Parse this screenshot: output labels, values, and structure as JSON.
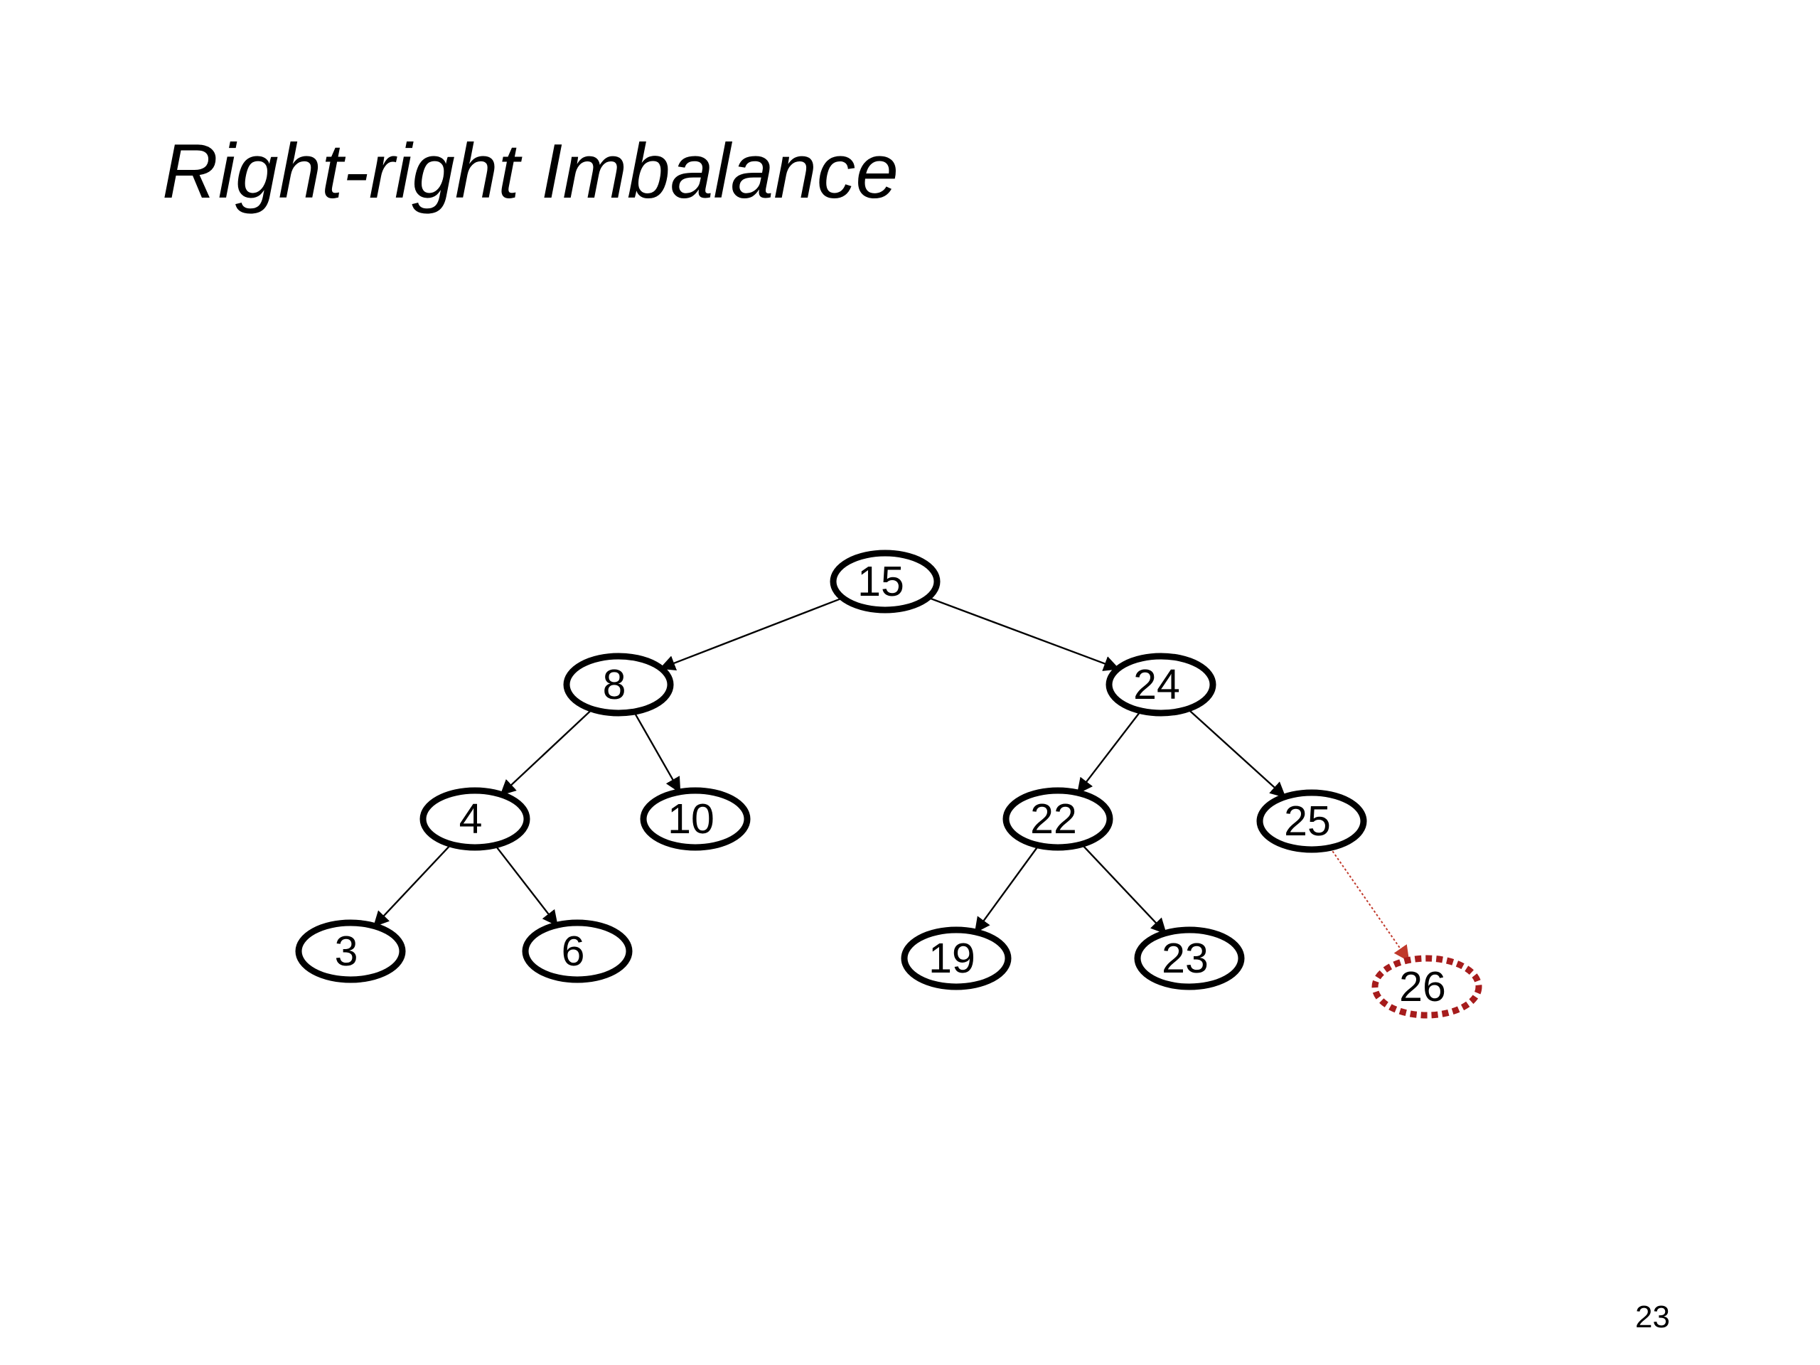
{
  "slide": {
    "title": "Right-right Imbalance",
    "page_number": "23"
  },
  "colors": {
    "node_stroke": "#000000",
    "edge": "#000000",
    "new_node_stroke": "#a61c1c",
    "new_edge": "#c0392b",
    "background": "#ffffff"
  },
  "tree": {
    "nodes": [
      {
        "id": "n15",
        "label": "15",
        "style": "normal"
      },
      {
        "id": "n8",
        "label": "8",
        "style": "normal"
      },
      {
        "id": "n24",
        "label": "24",
        "style": "normal"
      },
      {
        "id": "n4",
        "label": "4",
        "style": "normal"
      },
      {
        "id": "n10",
        "label": "10",
        "style": "normal"
      },
      {
        "id": "n22",
        "label": "22",
        "style": "normal"
      },
      {
        "id": "n25",
        "label": "25",
        "style": "normal"
      },
      {
        "id": "n3",
        "label": "3",
        "style": "normal"
      },
      {
        "id": "n6",
        "label": "6",
        "style": "normal"
      },
      {
        "id": "n19",
        "label": "19",
        "style": "normal"
      },
      {
        "id": "n23",
        "label": "23",
        "style": "normal"
      },
      {
        "id": "n26",
        "label": "26",
        "style": "inserted"
      }
    ],
    "edges": [
      {
        "from": "n15",
        "to": "n8",
        "style": "normal"
      },
      {
        "from": "n15",
        "to": "n24",
        "style": "normal"
      },
      {
        "from": "n8",
        "to": "n4",
        "style": "normal"
      },
      {
        "from": "n8",
        "to": "n10",
        "style": "normal"
      },
      {
        "from": "n24",
        "to": "n22",
        "style": "normal"
      },
      {
        "from": "n24",
        "to": "n25",
        "style": "normal"
      },
      {
        "from": "n4",
        "to": "n3",
        "style": "normal"
      },
      {
        "from": "n4",
        "to": "n6",
        "style": "normal"
      },
      {
        "from": "n22",
        "to": "n19",
        "style": "normal"
      },
      {
        "from": "n22",
        "to": "n23",
        "style": "normal"
      },
      {
        "from": "n25",
        "to": "n26",
        "style": "inserted"
      }
    ]
  }
}
